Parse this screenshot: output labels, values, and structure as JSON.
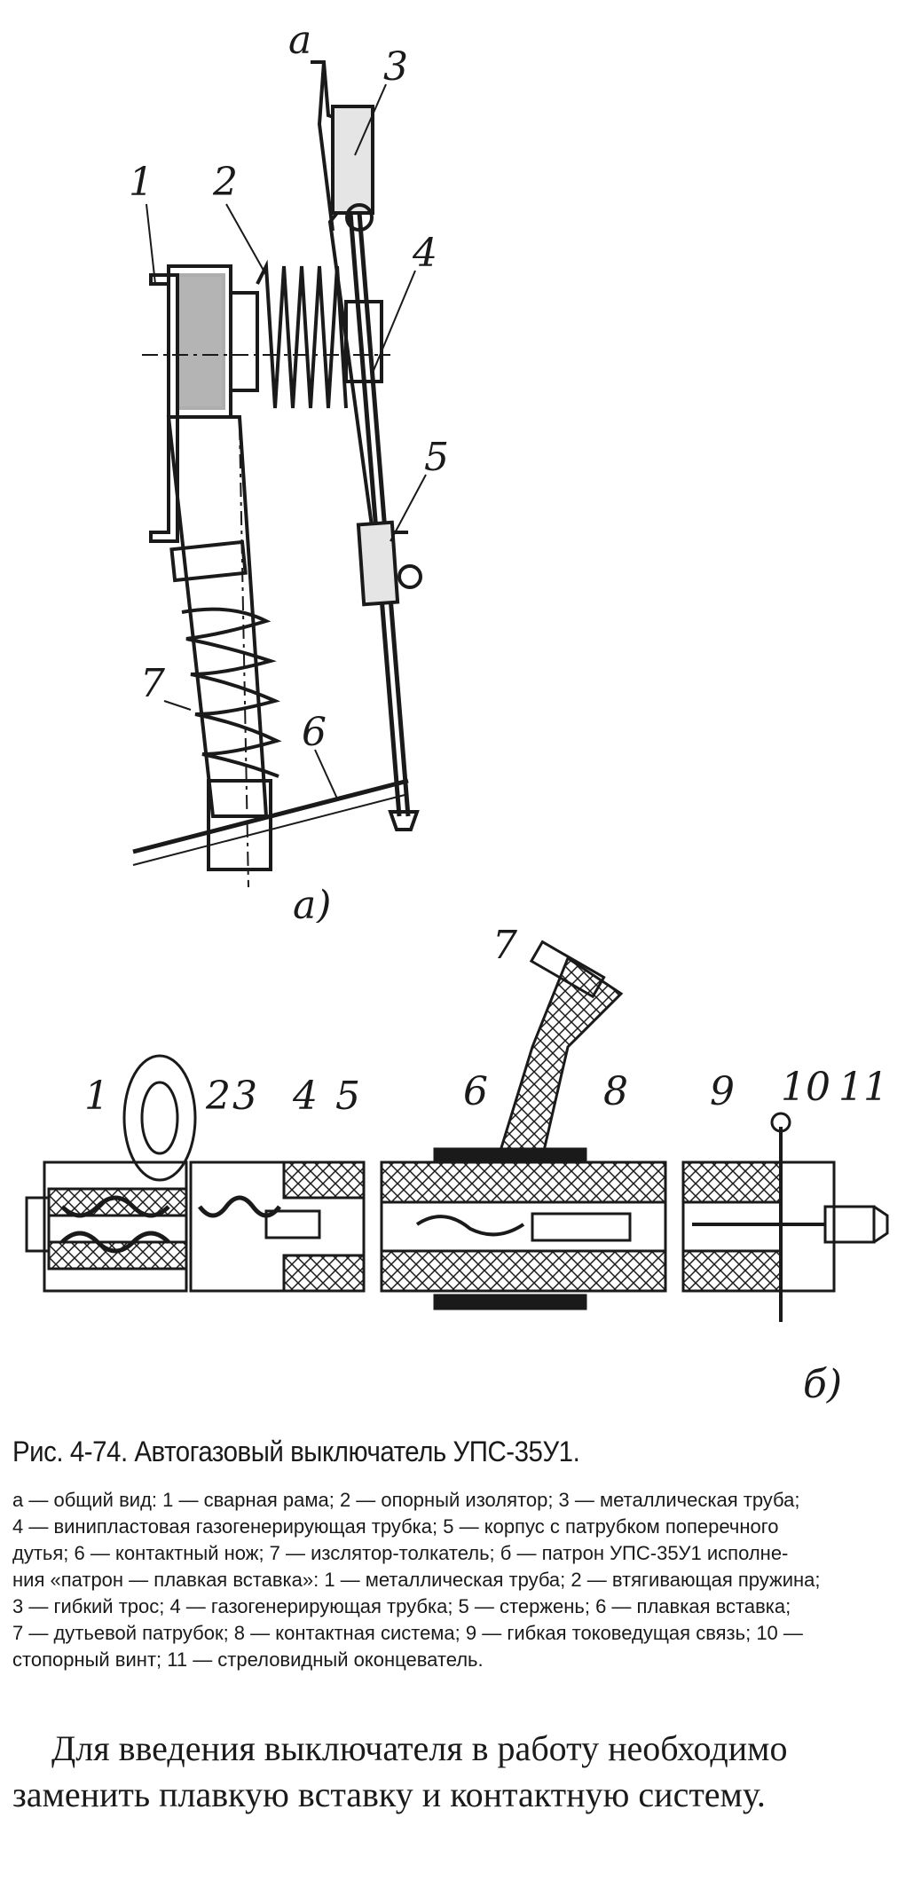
{
  "figure_a": {
    "labels": [
      "1",
      "2",
      "3",
      "4",
      "5",
      "6",
      "7",
      "a"
    ],
    "panel_label": "a)"
  },
  "figure_b": {
    "labels": [
      "1",
      "2",
      "3",
      "4",
      "5",
      "6",
      "7",
      "8",
      "9",
      "10",
      "11"
    ],
    "panel_label": "б)"
  },
  "caption": "Рис. 4-74. Автогазовый выключатель УПС-35У1.",
  "legend": [
    "а — общий вид: 1 — сварная рама; 2 — опорный изолятор; 3 — металлическая труба;",
    "4 — винипластовая газогенерирующая трубка; 5 — корпус с патрубком поперечного",
    "дутья; 6 — контактный нож; 7 — изслятор-толкатель; б — патрон УПС-35У1 исполне-",
    "ния «патрон — плавкая вставка»: 1 — металлическая труба; 2 — втягивающая пружина;",
    "3 — гибкий трос; 4 — газогенерирующая трубка; 5 — стержень; 6 — плавкая вставка;",
    "7 — дутьевой патрубок; 8 — контактная система; 9 — гибкая токоведущая связь; 10 —",
    "стопорный винт; 11 — стреловидный оконцеватель."
  ],
  "body_text": "Для введения выключателя в работу необходимо заменить плавкую вставку и контактную систему."
}
